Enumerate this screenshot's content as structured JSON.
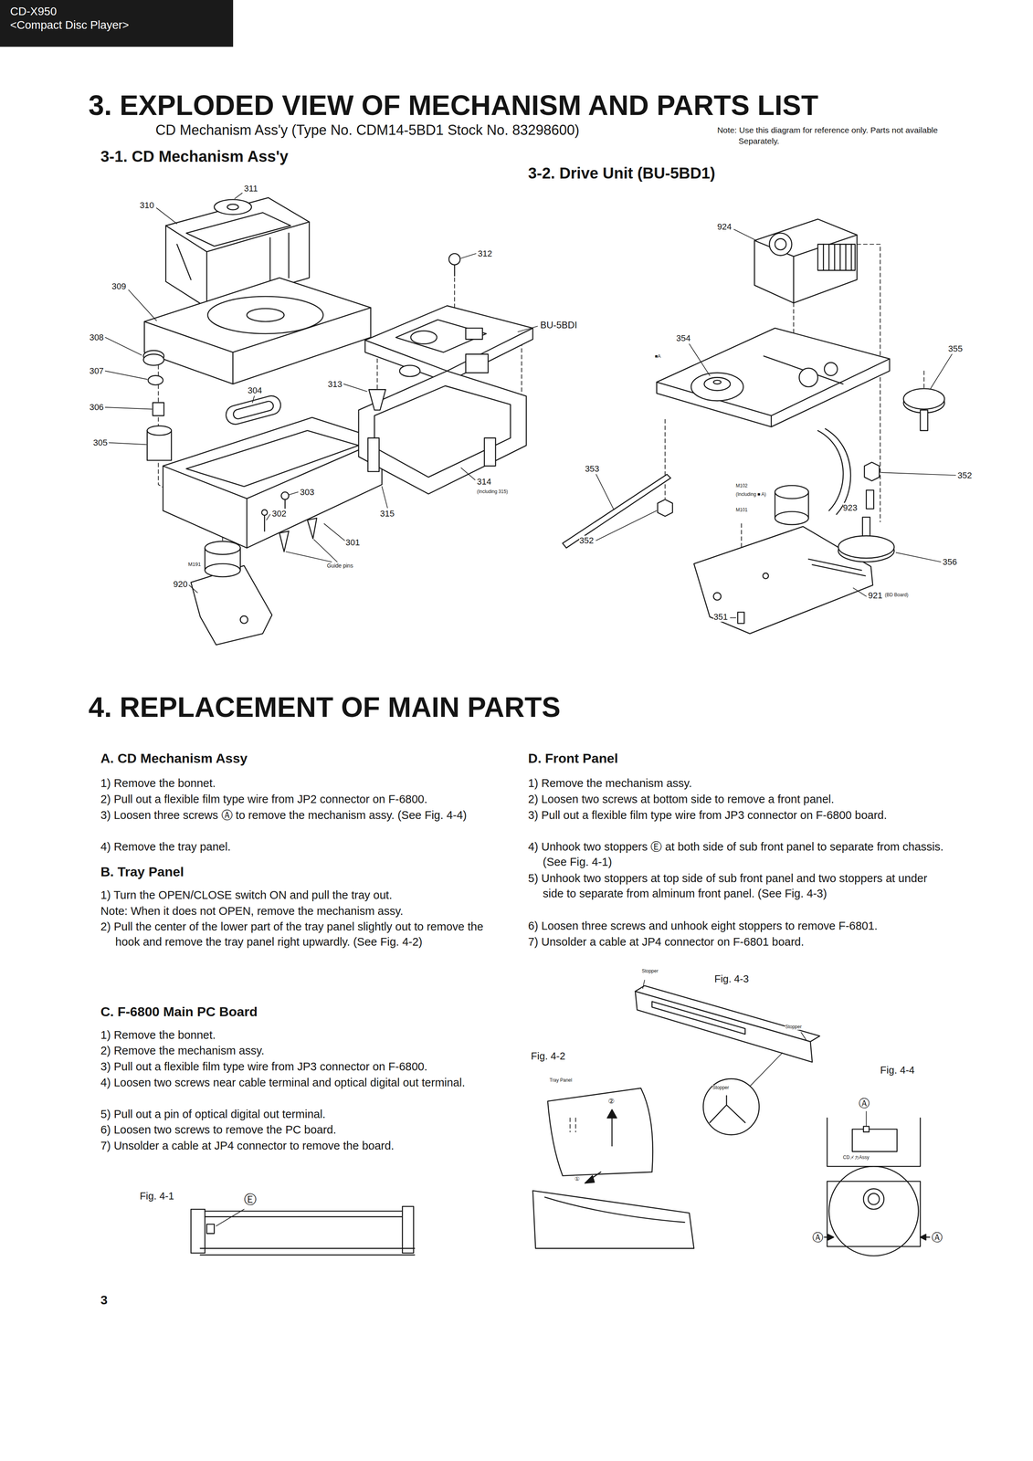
{
  "diagram": {
    "title": "3. EXPLODED VIEW OF MECHANISM AND PARTS LIST",
    "nodes": [
      {
        "text": [
          "CD-X950",
          "<Compact Disc Player>"
        ]
      }
    ],
    "labels": [
      "CD Mechanism Ass'y (Type No. CDM14-5BD1 Stock No. 83298600)",
      "Note: Use this diagram for reference only. Parts not available Separately.",
      "3-1. CD Mechanism Ass'y",
      "3-2. Drive Unit (BU-5BD1)",
      "311",
      "310",
      "309",
      "308",
      "307",
      "306",
      "305",
      "304",
      "303",
      "302",
      "301",
      "Guide pins",
      "M191",
      "920",
      "312",
      "313",
      "BU-5BDI",
      "314",
      "(Including 315)",
      "315",
      "924",
      "354",
      "■A",
      "355",
      "353",
      "352",
      "M102",
      "(Including ■ A)",
      "M101",
      "923",
      "352",
      "356",
      "921",
      "(BD Board)",
      "351",
      "4. REPLACEMENT OF MAIN PARTS",
      "A. CD Mechanism Assy",
      "1) Remove the bonnet.",
      "2) Pull out a flexible film type wire from JP2 connector on F-6800.",
      "3) Loosen three screws Ⓐ to remove the mechanism assy. (See Fig. 4-4)",
      "4) Remove the tray panel.",
      "B. Tray Panel",
      "1) Turn the OPEN/CLOSE switch ON and pull the tray out.",
      "Note: When it does not OPEN, remove the mechanism assy.",
      "2) Pull the center of the lower part of the tray panel slightly out to remove the hook and remove the tray panel right upwardly. (See Fig. 4-2)",
      "C. F-6800 Main PC Board",
      "1) Remove the bonnet.",
      "2) Remove the mechanism assy.",
      "3) Pull out a flexible film type wire from JP3 connector on F-6800.",
      "4) Loosen two screws near cable terminal and optical digital out terminal.",
      "5) Pull out a pin of optical digital out terminal.",
      "6) Loosen two screws to remove the PC board.",
      "7) Unsolder a cable at JP4 connector to remove the board.",
      "Fig. 4-1",
      "Ⓔ",
      "D. Front Panel",
      "1) Remove the mechanism assy.",
      "2) Loosen two screws at bottom side to remove a front panel.",
      "3) Pull out a flexible film type wire from JP3 connector on F-6800 board.",
      "4) Unhook two stoppers Ⓔ at both side of sub front panel to separate from chassis. (See Fig. 4-1)",
      "5) Unhook two stoppers at top side of sub front panel and two stoppers at under side to separate from alminum front panel. (See Fig. 4-3)",
      "6) Loosen three screws and unhook eight stoppers to remove F-6801.",
      "7) Unsolder a cable at JP4 connector on F-6801 board.",
      "Stopper",
      "Fig. 4-3",
      "Stopper",
      "Stopper",
      "Fig. 4-2",
      "Tray Panel",
      "②",
      "①",
      "Fig. 4-4",
      "Ⓐ",
      "CDメカAssy",
      "Ⓐ",
      "Ⓐ",
      "3"
    ]
  }
}
